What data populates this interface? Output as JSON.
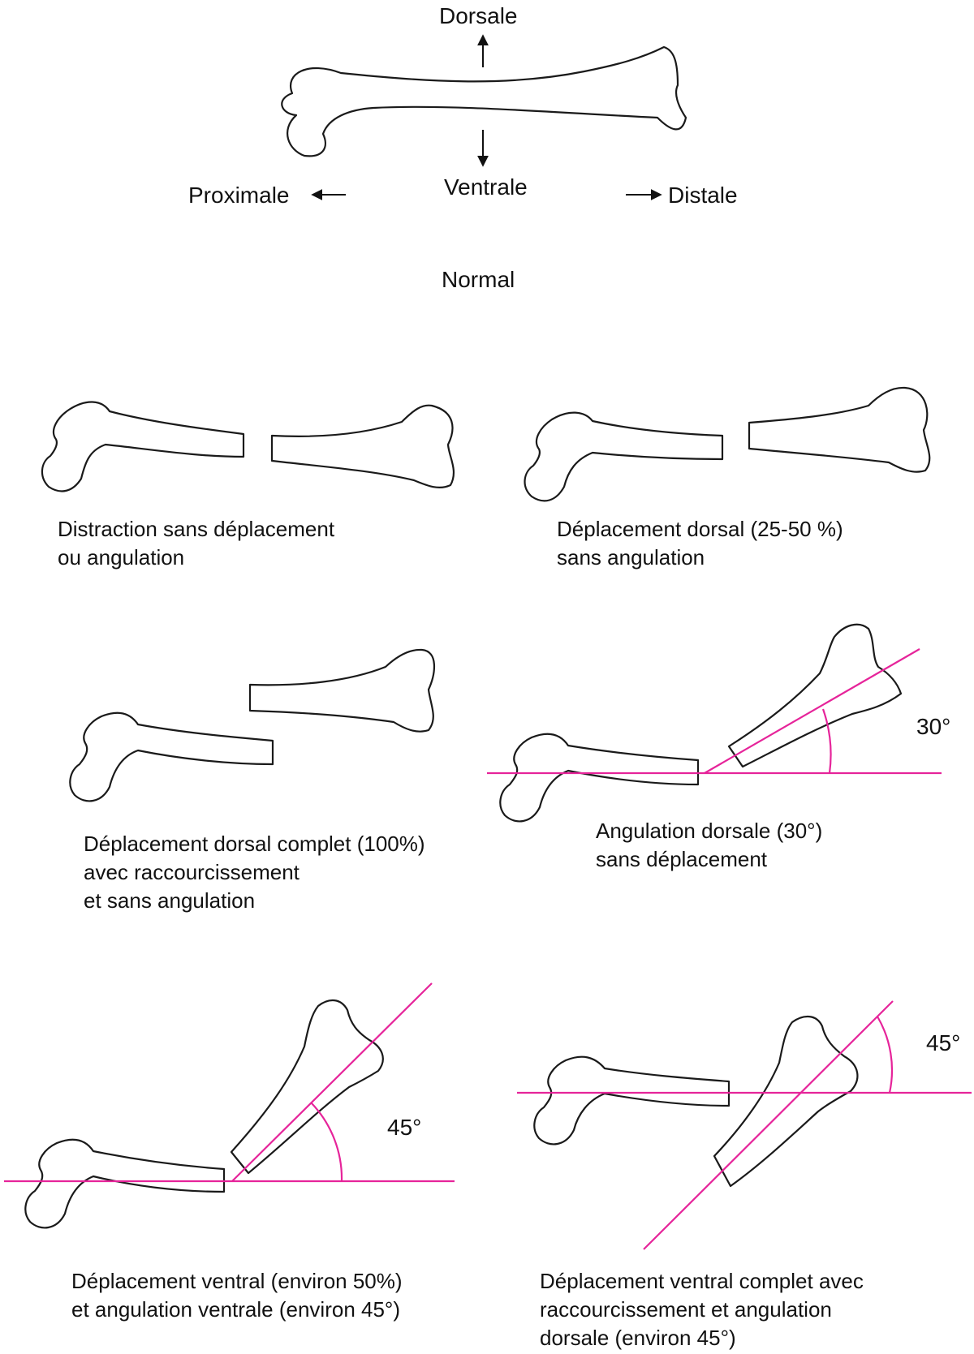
{
  "orientation": {
    "dorsal": "Dorsale",
    "ventral": "Ventrale",
    "proximal": "Proximale",
    "distal": "Distale",
    "normal": "Normal"
  },
  "panels": {
    "distraction": "Distraction sans déplacement\nou angulation",
    "dorsal_partial": "Déplacement dorsal (25-50 %)\nsans angulation",
    "dorsal_complete": "Déplacement dorsal complet (100%)\navec raccourcissement\net sans angulation",
    "dorsal_angulation": "Angulation dorsale (30°)\nsans déplacement",
    "ventral_partial": "Déplacement ventral (environ 50%)\net angulation ventrale (environ 45°)",
    "ventral_complete": "Déplacement ventral complet avec\nraccourcissement et angulation\ndorsale (environ 45°)"
  },
  "angles": {
    "a30": "30°",
    "a45_left": "45°",
    "a45_right": "45°"
  },
  "colors": {
    "outline": "#1a1a1a",
    "angle_lines": "#e6249a"
  }
}
